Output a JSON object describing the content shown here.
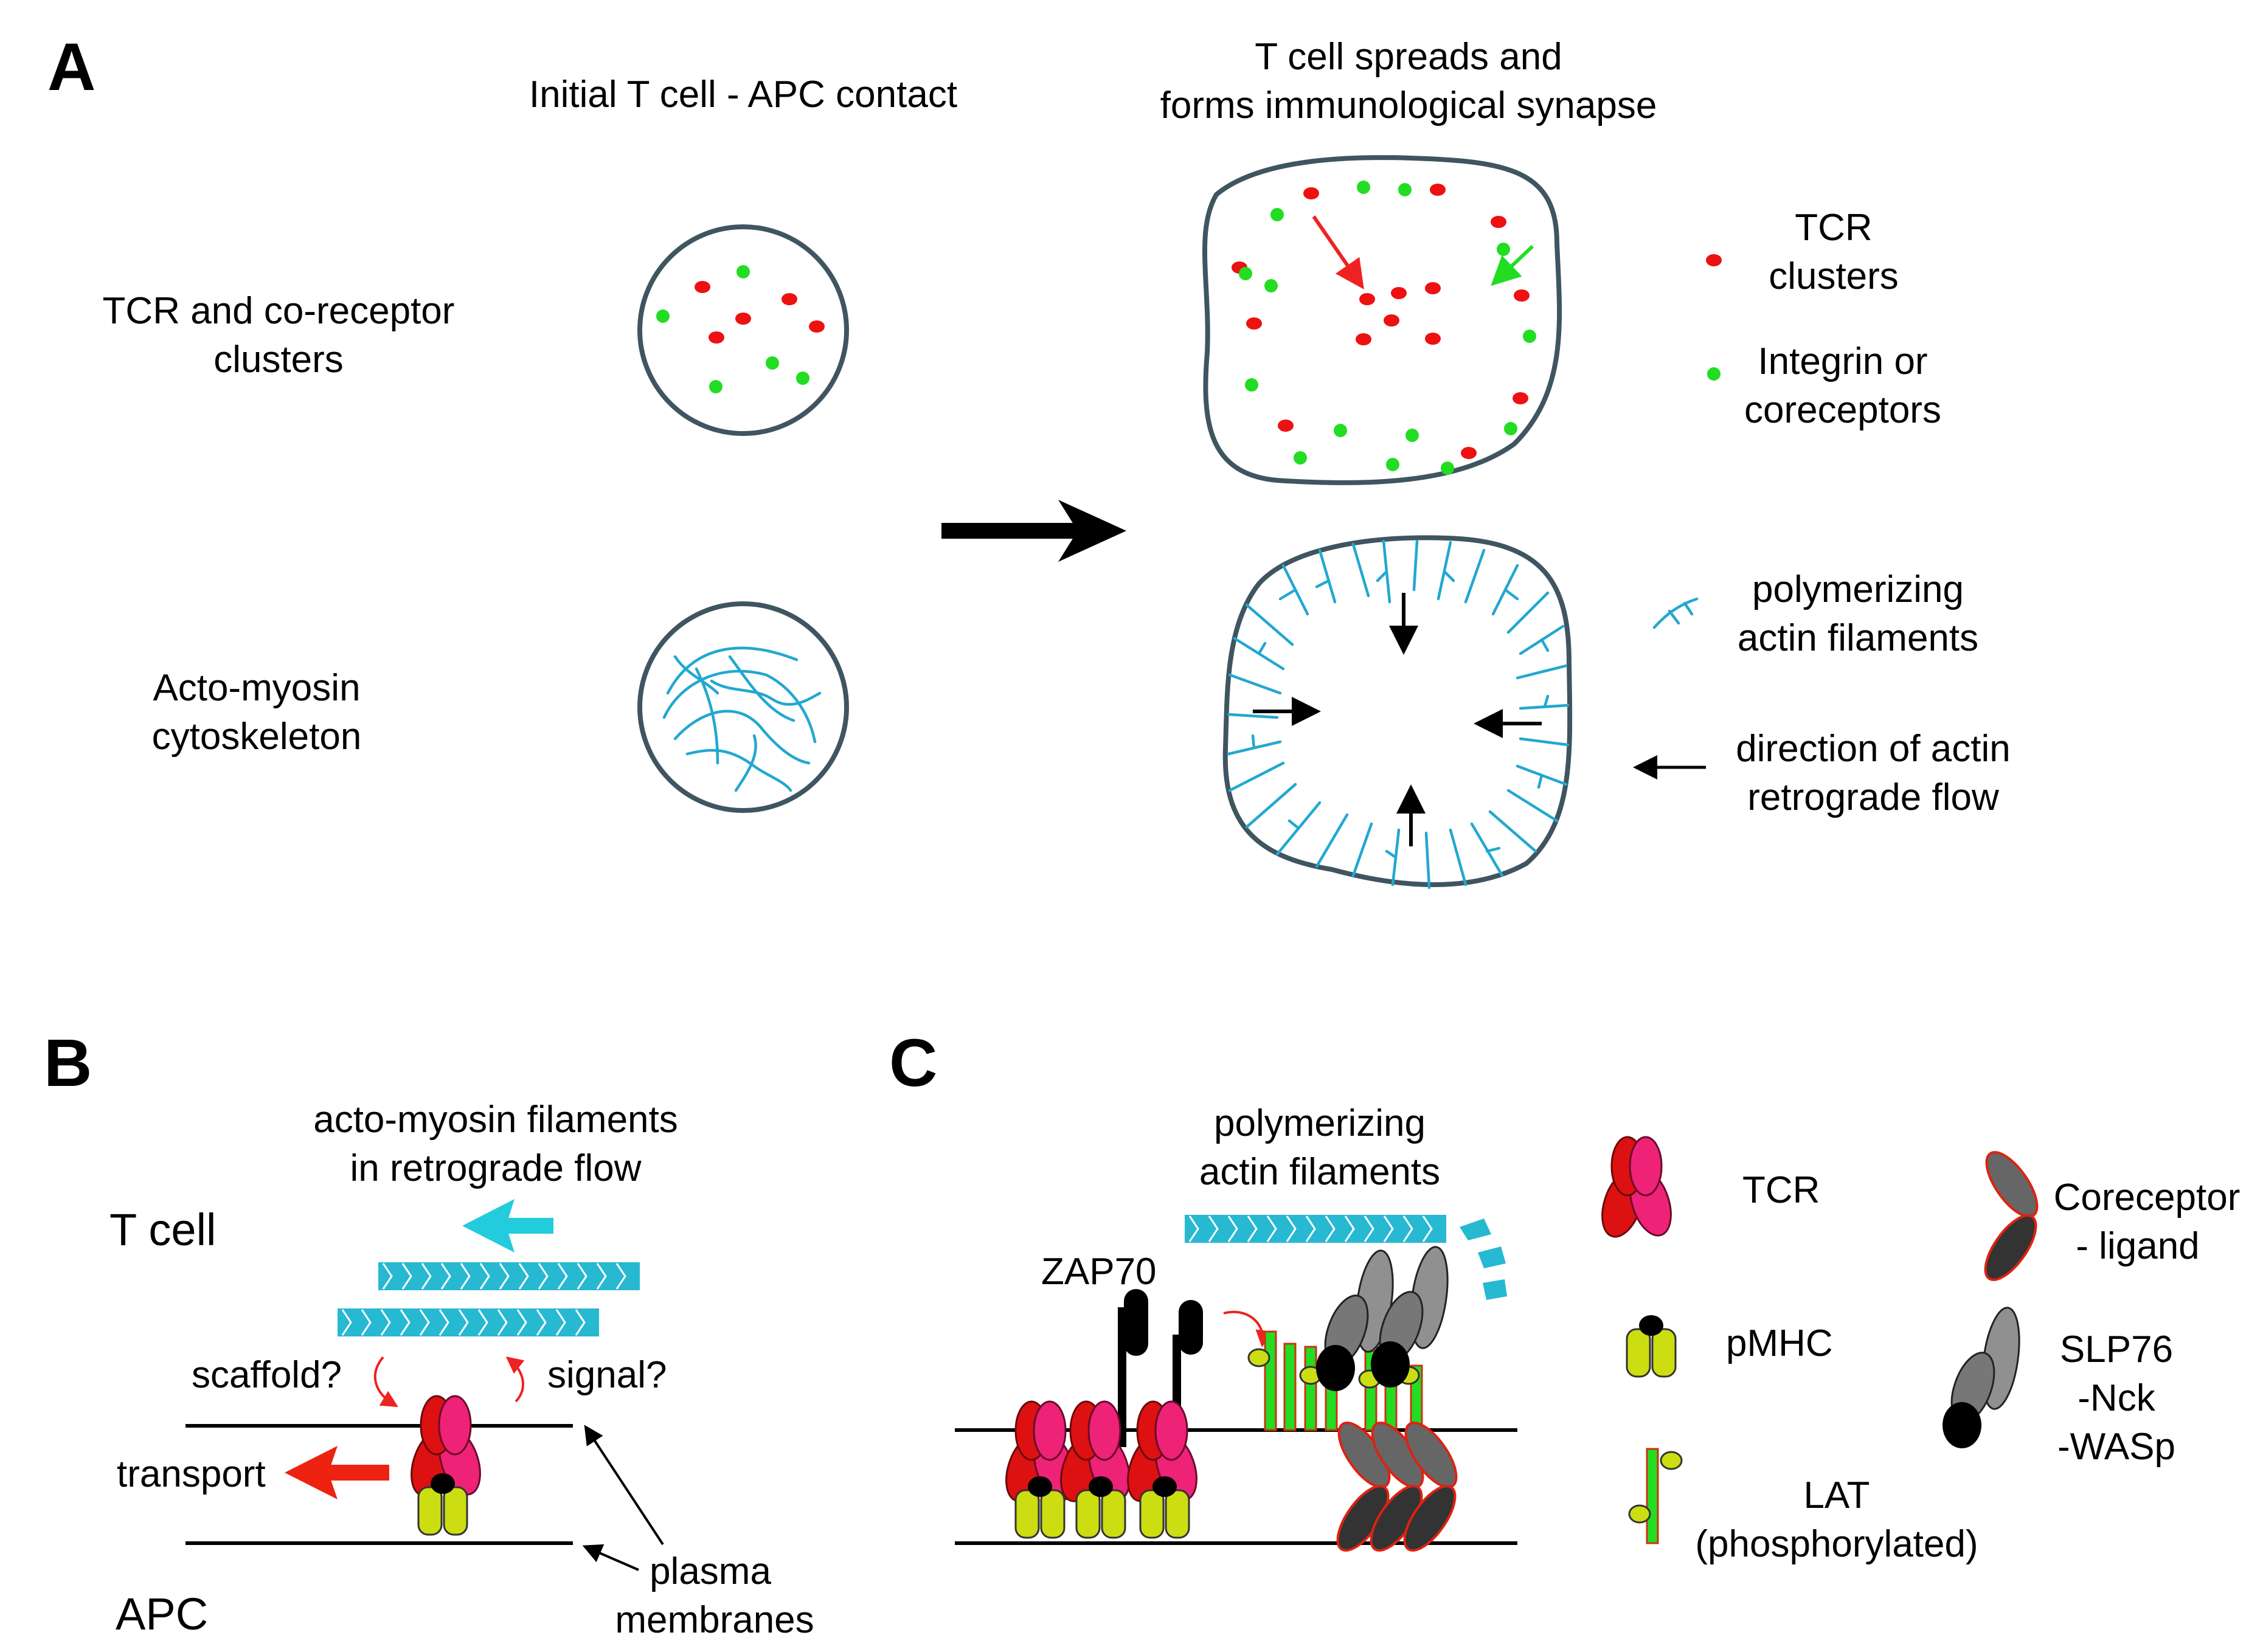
{
  "panels": {
    "a": "A",
    "b": "B",
    "c": "C"
  },
  "panel_a": {
    "col_initial": "Initial T cell - APC contact",
    "col_synapse_l1": "T cell spreads and",
    "col_synapse_l2": "forms immunological synapse",
    "row_tcr_l1": "TCR and co-receptor",
    "row_tcr_l2": "clusters",
    "row_acto_l1": "Acto-myosin",
    "row_acto_l2": "cytoskeleton",
    "legend_tcr_l1": "TCR",
    "legend_tcr_l2": "clusters",
    "legend_integrin_l1": "Integrin or",
    "legend_integrin_l2": "coreceptors",
    "legend_actin_l1": "polymerizing",
    "legend_actin_l2": "actin filaments",
    "legend_flow_l1": "direction of actin",
    "legend_flow_l2": "retrograde flow"
  },
  "panel_b": {
    "filaments_l1": "acto-myosin filaments",
    "filaments_l2": "in retrograde flow",
    "t_cell": "T cell",
    "scaffold": "scaffold?",
    "signal": "signal?",
    "transport": "transport",
    "apc": "APC",
    "plasma_l1": "plasma",
    "plasma_l2": "membranes"
  },
  "panel_c": {
    "filaments_l1": "polymerizing",
    "filaments_l2": "actin filaments",
    "zap70": "ZAP70",
    "legend_tcr": "TCR",
    "legend_pmhc": "pMHC",
    "legend_lat_l1": "LAT",
    "legend_lat_l2": "(phosphorylated)",
    "legend_coreceptor_l1": "Coreceptor",
    "legend_coreceptor_l2": "- ligand",
    "legend_slp_l1": "SLP76",
    "legend_slp_l2": "-Nck",
    "legend_slp_l3": "-WASp"
  },
  "colors": {
    "tcr_cluster": "#ee1111",
    "integrin": "#22dd22",
    "actin": "#22a8d0",
    "flow_arrow": "#000000",
    "tcr_alpha": "#dd1111",
    "tcr_beta": "#ee2277",
    "pmhc": "#ccdd11",
    "lat_bar": "#22dd22",
    "lat_border": "#cc3311",
    "slp76": "#909090",
    "filament_teal": "#27b8d2",
    "transport_arrow": "#ee2211",
    "myosin_arrow": "#22ccdd"
  }
}
